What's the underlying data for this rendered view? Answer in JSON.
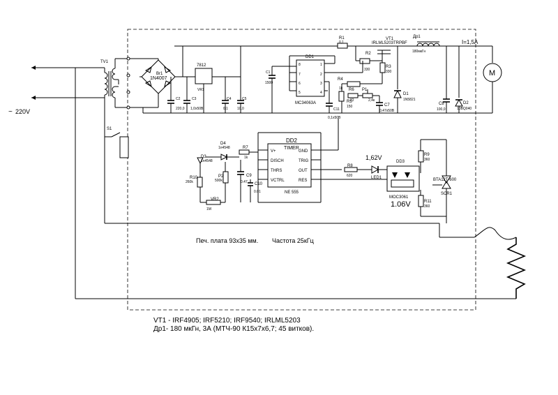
{
  "mains": {
    "symbol": "~",
    "voltage": "220V"
  },
  "components": {
    "TV1": "TV1",
    "Br1": "Br1",
    "Br1_part": "1N4007",
    "VR1": "VR1",
    "VR1_part": "7812",
    "C1": "C1",
    "C1_val": "1500",
    "C2": "C2",
    "C2_val": "220,0",
    "C3": "C3",
    "C3_val": "1,0x50В",
    "C4": "C4",
    "C4_val": "0,1",
    "C5": "C5",
    "C5_val": "10,0",
    "DD1": "DD1",
    "DD1_part": "MC34063A",
    "R1": "R1",
    "R1_val": "0,1",
    "R2": "R2",
    "R2_val": "330",
    "R3": "R3",
    "R3_val": "330",
    "R4": "R4",
    "R4_val": "1k",
    "R5": "R5",
    "R5_val": "150",
    "R6": "R6",
    "R6_val": "22",
    "P1": "P1",
    "P1_val": "2,4к",
    "C7": "C7",
    "C7_val": "0,47x50В",
    "C11": "C11",
    "C11_val": "0,1x50В",
    "VT1": "VT1",
    "VT1_part": "IRLML5203TRPBF",
    "Dr1": "Др1",
    "Dr1_val": "180мкГн",
    "D1": "D1",
    "D1_part": "1N5821",
    "C8": "C8",
    "C8_val": "100,0",
    "D2": "D2",
    "D2_part": "10BQ040",
    "current": "I=1,5A",
    "motor": "M",
    "S1": "S1",
    "D4": "D4",
    "D4_part": "1n4548",
    "D3": "D3",
    "D3_part": "1n4548",
    "R7": "R7",
    "R7_val": "1k",
    "R10": "R10",
    "R10_val": "260k",
    "P2": "P2",
    "P2_val": "500k",
    "VR2": "VR2",
    "VR2_val": "1M",
    "C9": "C9",
    "C9_val": "0.47",
    "C10": "C10",
    "C10_val": "0.01",
    "DD2": "DD2",
    "DD2_title": "TIMER",
    "DD2_part": "NE 555",
    "R8": "R8",
    "R8_val": "620",
    "LED1": "LED1",
    "LED1_voltage": "1,62V",
    "DD3": "DD3",
    "DD3_part": "MOC3061",
    "DD3_voltage": "1.06V",
    "R9": "R9",
    "R9_val": "360",
    "R11": "R11",
    "R11_val": "360",
    "SCR1": "SCR1",
    "SCR1_part": "BTA12T-600"
  },
  "timer_pins": {
    "vplus": "V+",
    "disch": "DISCH",
    "thrs": "THRS",
    "vctrl": "VCTRL",
    "gnd": "GND",
    "trig": "TRIG",
    "out": "OUT",
    "res": "RES"
  },
  "dd1_pins": {
    "p1": "1",
    "p2": "2",
    "p3": "3",
    "p4": "4",
    "p5": "5",
    "p6": "6",
    "p7": "7",
    "p8": "8"
  },
  "notes": {
    "board": "Печ. плата 93x35 мм.",
    "frequency": "Частота  25кГц",
    "line1": "VT1 - IRF4905; IRF5210; IRF9540; IRLML5203",
    "line2": "Др1- 180 мкГн, 3А (МТЧ-90 К15x7x6,7; 45 витков)."
  }
}
